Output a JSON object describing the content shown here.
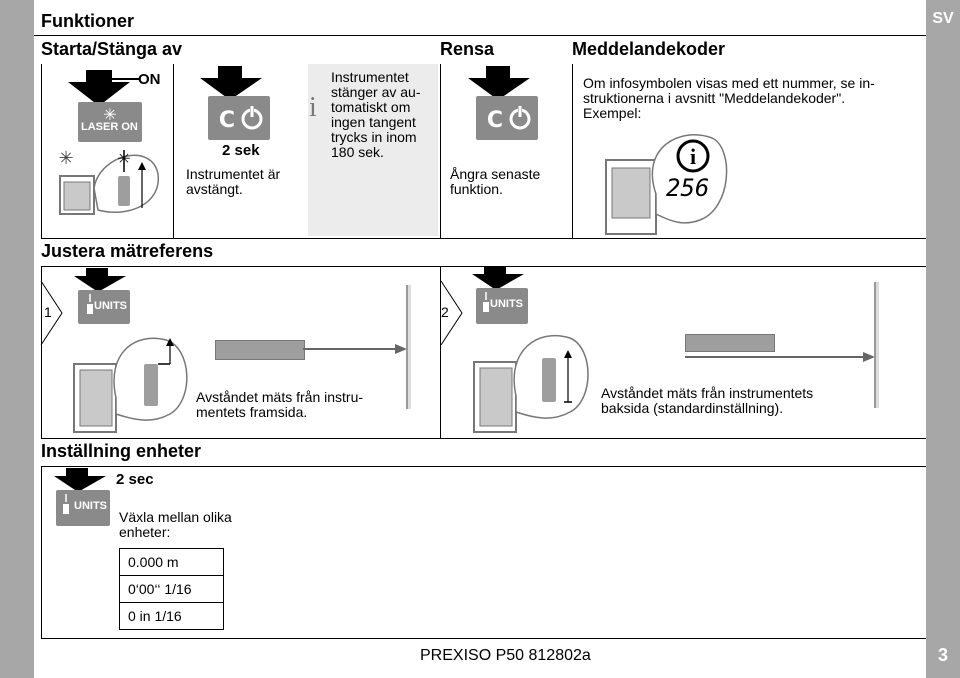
{
  "side_tab": "SV",
  "page_number": "3",
  "footer": "PREXISO P50 812802a",
  "title": "Funktioner",
  "start_stop": {
    "heading": "Starta/Stänga av",
    "on_label": "ON",
    "laser_on_label": "LASER ON",
    "hold_label": "2 sek",
    "off_text": "Instrumentet är avstängt.",
    "note_icon": "i",
    "note_text": [
      "Instrumentet",
      "stänger av au-",
      "tomatiskt om",
      "ingen tangent",
      "trycks in inom",
      "180 sek."
    ]
  },
  "clear": {
    "heading": "Rensa",
    "text": [
      "Ångra senaste",
      "funktion."
    ]
  },
  "codes": {
    "heading": "Meddelandekoder",
    "text": [
      "Om infosymbolen visas med ett nummer, se in-",
      "struktionerna i avsnitt \"Meddelandekoder\".",
      "Exempel:"
    ],
    "example_code": "256"
  },
  "reference": {
    "heading": "Justera mätreferens",
    "step1": "1",
    "step2": "2",
    "units_label": "UNITS",
    "front_text": [
      "Avståndet mäts från instru-",
      "mentets framsida."
    ],
    "back_text": [
      "Avståndet mäts från instrumentets",
      "baksida (standardinställning)."
    ]
  },
  "units_setting": {
    "heading": "Inställning enheter",
    "hold_label": "2 sec",
    "units_label": "UNITS",
    "text": [
      "Växla mellan olika",
      "enheter:"
    ],
    "options": [
      "0.000 m",
      "0‘00‘‘ 1/16",
      "0 in 1/16"
    ]
  },
  "colors": {
    "side_bar": "#a7a7a7",
    "button": "#8a8a8a",
    "note_bg": "#ececec"
  }
}
